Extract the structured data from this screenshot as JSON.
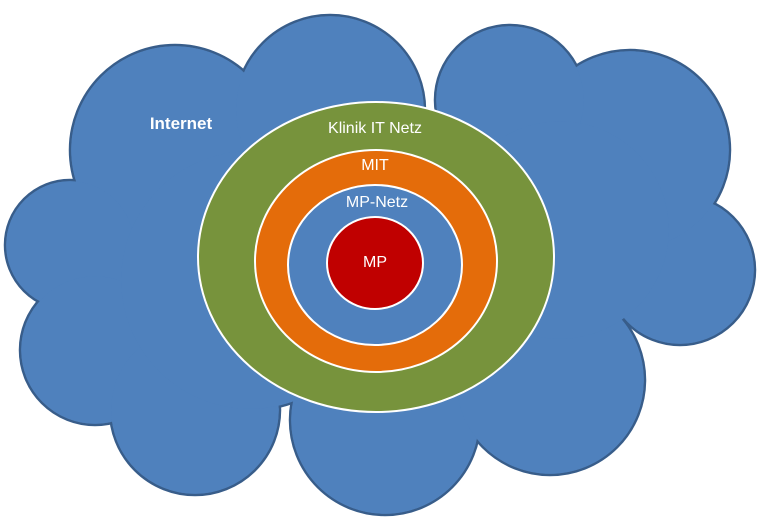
{
  "labels": {
    "internet": "Internet",
    "klinik_it_netz": "Klinik IT Netz",
    "mit": "MIT",
    "mp_netz": "MP-Netz",
    "mp": "MP"
  },
  "colors": {
    "cloud": "#4F81BD",
    "cloud_stroke": "#385D8A",
    "klinik_it_netz": "#77933C",
    "mit": "#E46C0A",
    "mp_netz": "#4F81BD",
    "mp": "#C00000"
  }
}
